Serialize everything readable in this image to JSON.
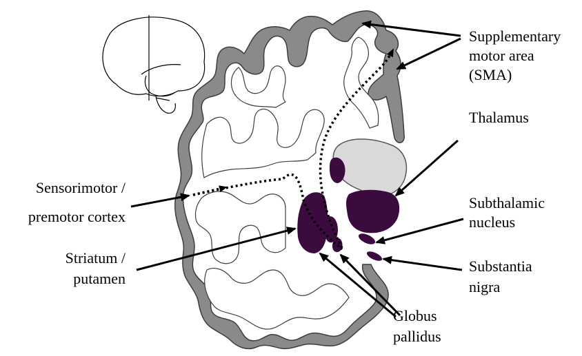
{
  "labels": {
    "sma_line1": "Supplementary",
    "sma_line2": "motor area",
    "sma_line3": "(SMA)",
    "thalamus": "Thalamus",
    "sensorimotor_line1": "Sensorimotor /",
    "sensorimotor_line2": "premotor cortex",
    "subthalamic_line1": "Subthalamic",
    "subthalamic_line2": "nucleus",
    "striatum_line1": "Striatum /",
    "striatum_line2": "putamen",
    "substantia_line1": "Substantia",
    "substantia_line2": "nigra",
    "globus_line1": "Globus",
    "globus_line2": "pallidus"
  },
  "colors": {
    "cortex_fill": "#8a8a8a",
    "cortex_stroke": "#3c3c3c",
    "nucleus_dark": "#3b0a3f",
    "thalamus_light": "#d9d9d9",
    "arrow": "#000000",
    "pathway": "#000000"
  },
  "structures": [
    "inset-brain-icon",
    "cortex-ribbon",
    "thalamus",
    "striatum-putamen",
    "globus-pallidus",
    "subthalamic-nucleus",
    "substantia-nigra",
    "motor-pathway"
  ]
}
